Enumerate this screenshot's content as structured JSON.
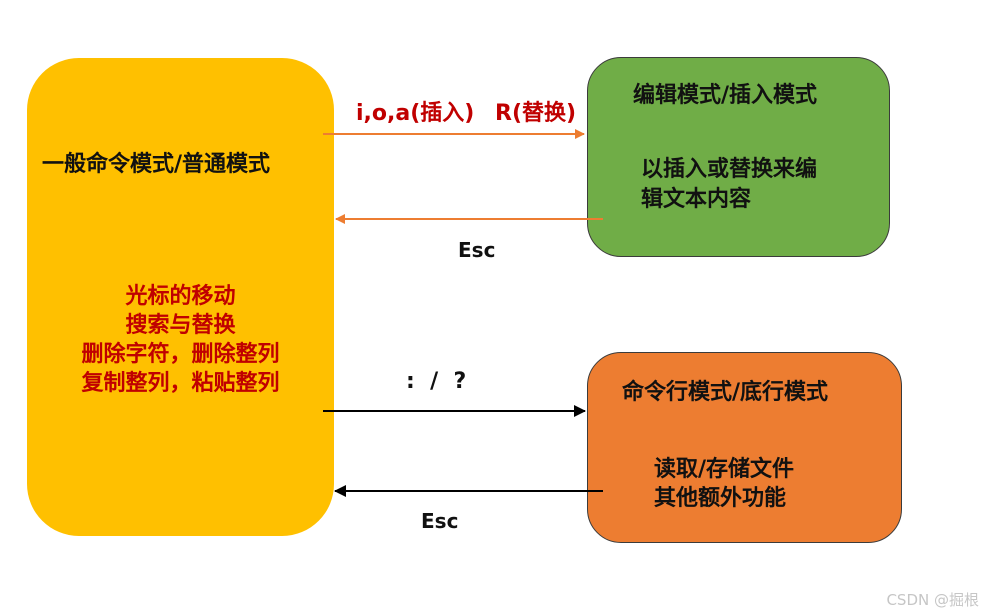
{
  "normal_mode": {
    "title": "一般命令模式/普通模式",
    "features": [
      "光标的移动",
      "搜索与替换",
      "删除字符，删除整列",
      "复制整列，粘贴整列"
    ]
  },
  "insert_mode": {
    "title": "编辑模式/插入模式",
    "desc": [
      "以插入或替换来编",
      "辑文本内容"
    ]
  },
  "cmdline_mode": {
    "title": "命令行模式/底行模式",
    "desc": [
      "读取/存储文件",
      "其他额外功能"
    ]
  },
  "arrows": {
    "to_insert_label_1": "i,o,a(插入)",
    "to_insert_label_2": "R(替换)",
    "from_insert_label": "Esc",
    "to_cmdline_label": ":  /  ?",
    "from_cmdline_label": "Esc"
  },
  "colors": {
    "normal_mode": "#FFC000",
    "insert_mode": "#70AD47",
    "cmdline_mode": "#ED7D31",
    "orange_arrow": "#ED7D31",
    "red_text": "#C00000"
  },
  "watermark": "CSDN @掘根"
}
